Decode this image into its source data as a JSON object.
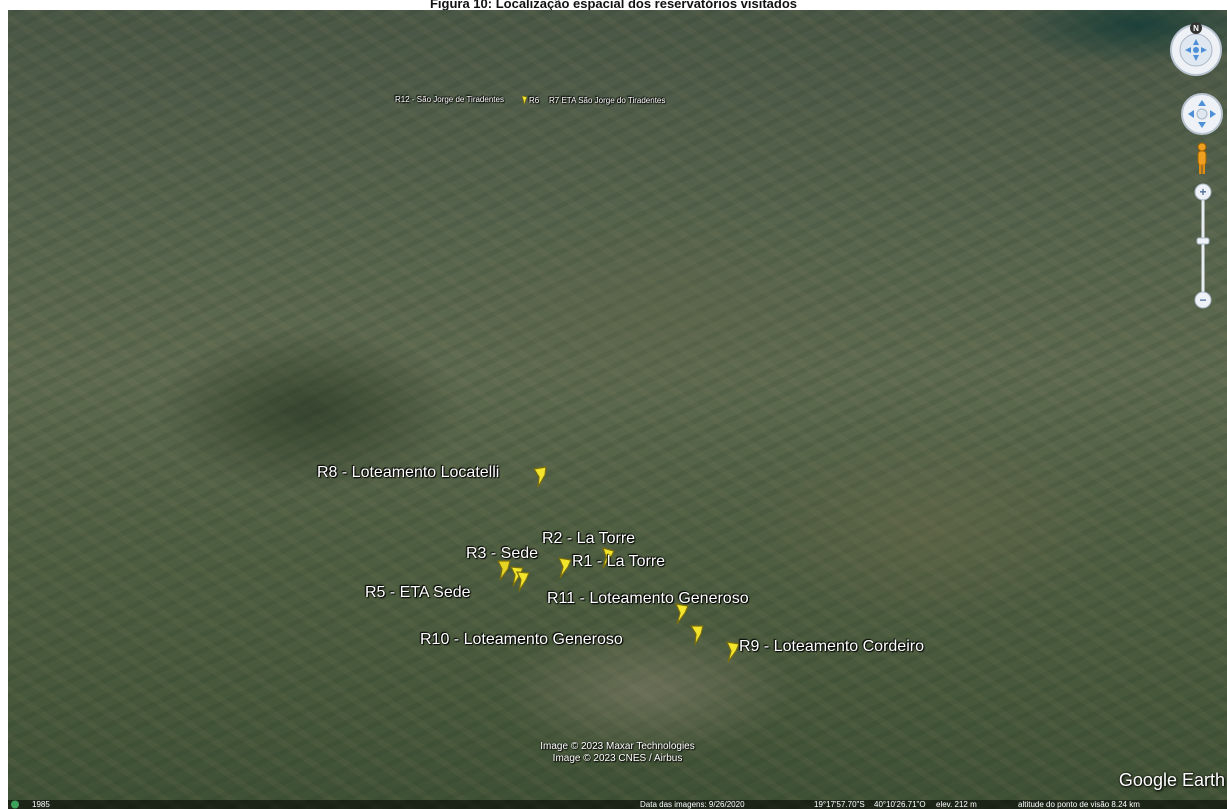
{
  "figure_caption": "Figura 10: Localização espacial dos reservatórios visitados",
  "placemarks": [
    {
      "id": "r12",
      "label": "R12 - São Jorge de Tiradentes"
    },
    {
      "id": "r6",
      "label": "R6"
    },
    {
      "id": "r7",
      "label": "R7 ETA São Jorge do Tiradentes"
    },
    {
      "id": "r8",
      "label": "R8 - Loteamento Locatelli"
    },
    {
      "id": "r2",
      "label": "R2 - La Torre"
    },
    {
      "id": "r3",
      "label": "R3 - Sede"
    },
    {
      "id": "r1",
      "label": "R1 - La Torre"
    },
    {
      "id": "r5",
      "label": "R5 - ETA Sede"
    },
    {
      "id": "r11",
      "label": "R11 - Loteamento Generoso"
    },
    {
      "id": "r10",
      "label": "R10 - Loteamento Generoso"
    },
    {
      "id": "r9",
      "label": "R9 - Loteamento Cordeiro"
    }
  ],
  "credits": {
    "maxar": "Image © 2023 Maxar Technologies",
    "cnes": "Image © 2023 CNES / Airbus"
  },
  "brand": "Google Earth",
  "status_bar": {
    "year": "1985",
    "imagery_date": "Data das imagens: 9/26/2020",
    "latitude": "19°17'57.70\"S",
    "longitude": "40°10'26.71\"O",
    "elevation": "elev. 212 m",
    "eye_altitude": "altitude do ponto de visão 8.24 km"
  },
  "controls": {
    "compass_label": "N",
    "zoom_in": "+",
    "zoom_out": "−"
  },
  "colors": {
    "pin": "#f2e52c",
    "label": "#ffffff",
    "nav_ring": "#dfe7f1",
    "nav_blue": "#4f8fd8"
  }
}
